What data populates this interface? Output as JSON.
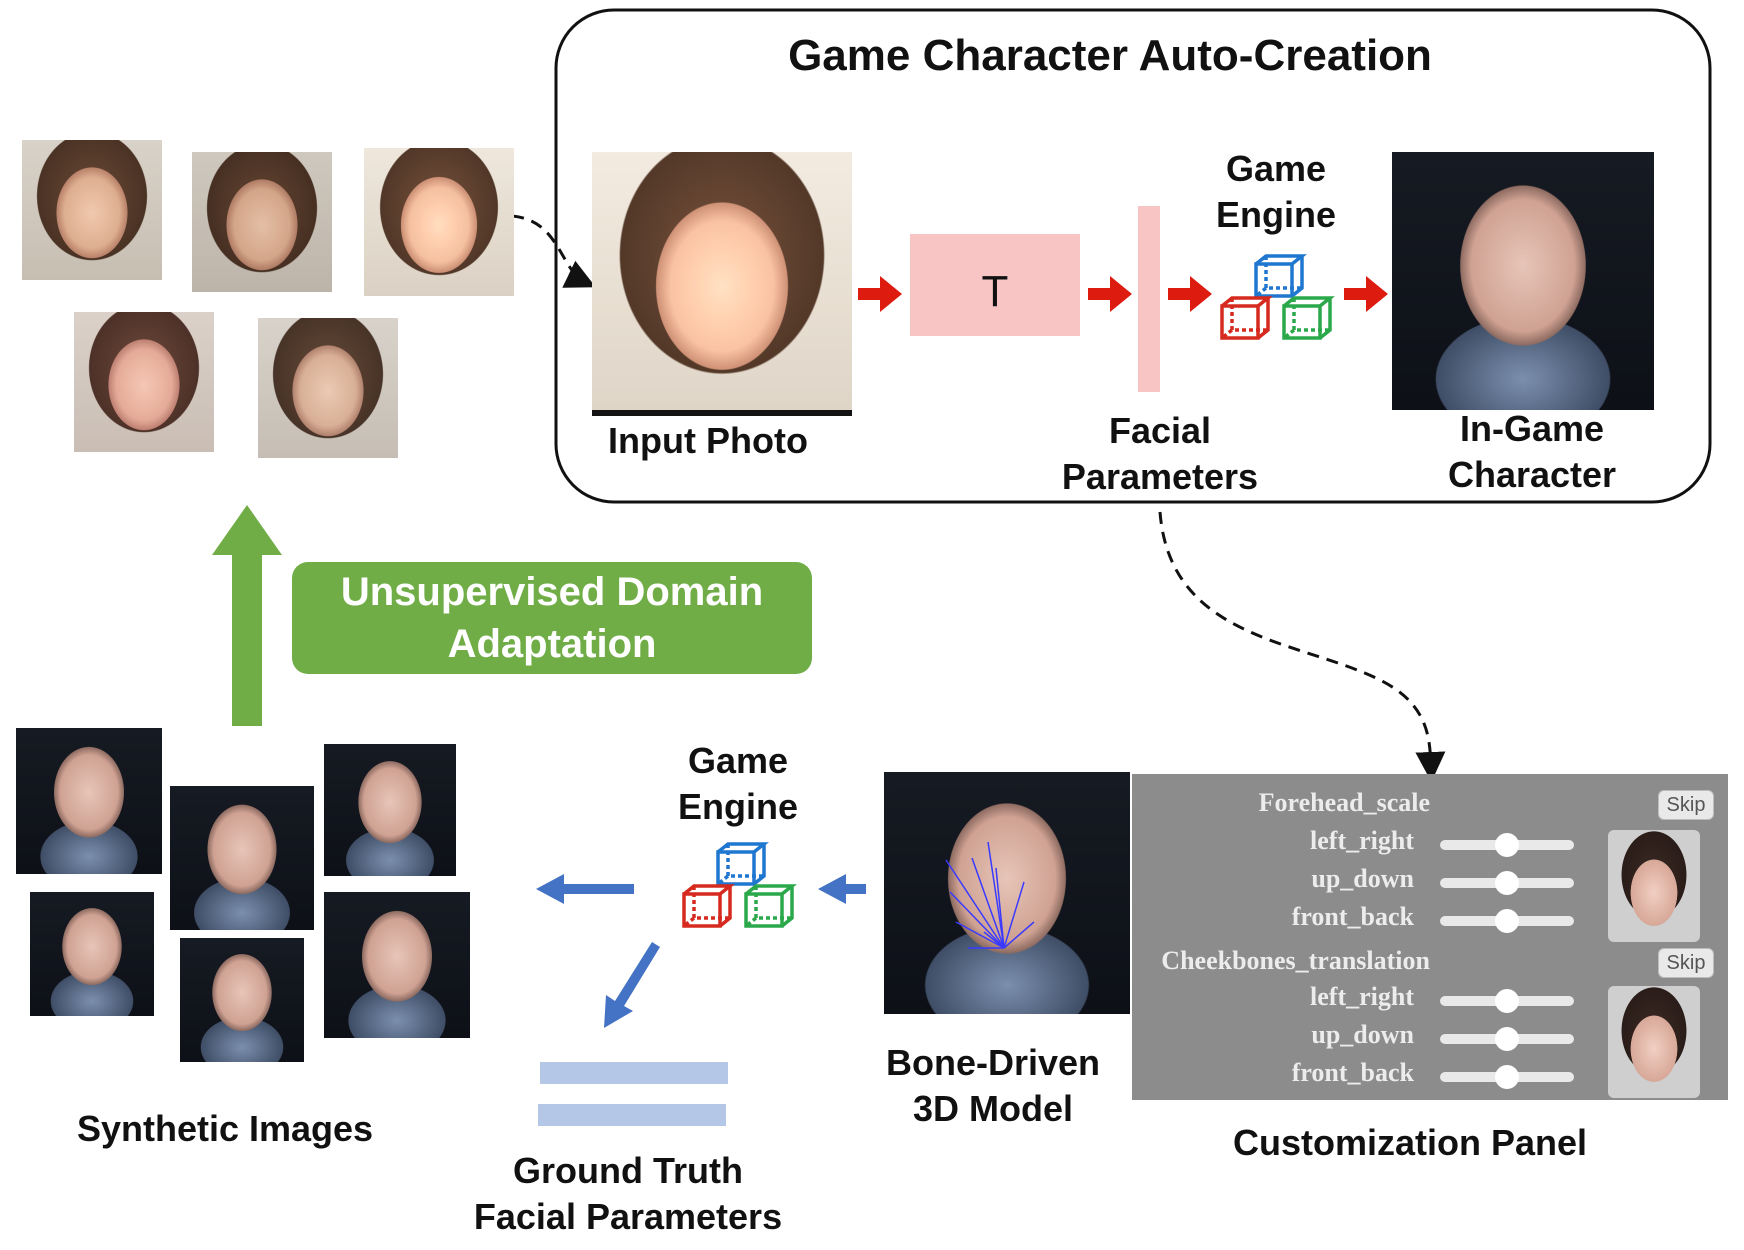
{
  "title": "Game Character Auto-Creation",
  "top": {
    "input_photo_label": "Input Photo",
    "translator_label": "T",
    "facial_params_label": [
      "Facial",
      "Parameters"
    ],
    "engine_label": [
      "Game",
      "Engine"
    ],
    "character_label": [
      "In-Game",
      "Character"
    ]
  },
  "uda_label": [
    "Unsupervised Domain",
    "Adaptation"
  ],
  "synthetic_label": "Synthetic Images",
  "bottom": {
    "engine_label": [
      "Game",
      "Engine"
    ],
    "ground_truth_label": [
      "Ground Truth",
      "Facial Parameters"
    ],
    "bone_model_label": [
      "Bone-Driven",
      "3D Model"
    ],
    "panel_label": "Customization Panel"
  },
  "panel": {
    "groups": [
      {
        "name": "Forehead_scale",
        "skip": "Skip",
        "sliders": [
          {
            "label": "left_right",
            "value": 0.5
          },
          {
            "label": "up_down",
            "value": 0.5
          },
          {
            "label": "front_back",
            "value": 0.5
          }
        ]
      },
      {
        "name": "Cheekbones_translation",
        "skip": "Skip",
        "sliders": [
          {
            "label": "left_right",
            "value": 0.5
          },
          {
            "label": "up_down",
            "value": 0.5
          },
          {
            "label": "front_back",
            "value": 0.5
          }
        ]
      }
    ]
  },
  "colors": {
    "red_arrow": "#dd1b0e",
    "blue_arrow": "#4472c4",
    "green": "#70ad47",
    "pink": "#f8c4c4",
    "gt_bar": "#b4c7e7"
  },
  "icons": [
    "cube-icon-blue",
    "cube-icon-red",
    "cube-icon-green"
  ]
}
